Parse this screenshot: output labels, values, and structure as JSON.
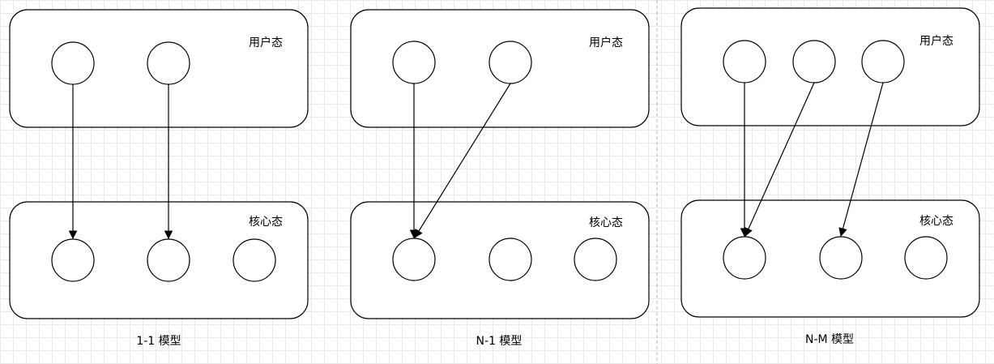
{
  "panels": [
    {
      "user_label": "用户态",
      "kernel_label": "核心态",
      "caption": "1-1 模型"
    },
    {
      "user_label": "用户态",
      "kernel_label": "核心态",
      "caption": "N-1 模型"
    },
    {
      "user_label": "用户态",
      "kernel_label": "核心态",
      "caption": "N-M 模型"
    }
  ],
  "colors": {
    "stroke": "#000000",
    "fill": "#ffffff",
    "grid": "#e9e9e9"
  }
}
